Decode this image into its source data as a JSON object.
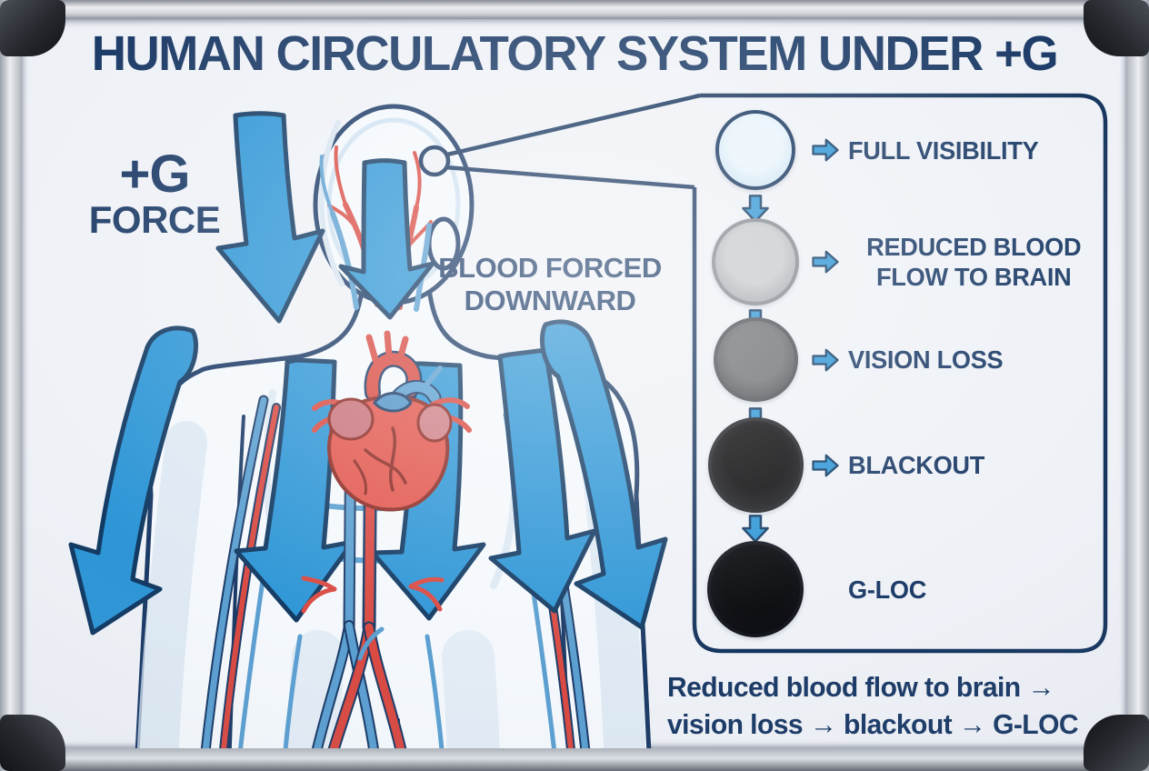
{
  "board": {
    "title": "HUMAN CIRCULATORY SYSTEM UNDER +G"
  },
  "annotations": {
    "g_force_line1": "+G",
    "g_force_line2": "FORCE",
    "blood_forced_line1": "BLOOD FORCED",
    "blood_forced_line2": "DOWNWARD"
  },
  "vision_panel": {
    "stages": [
      {
        "label": "FULL VISIBILITY",
        "circle": {
          "inner": "#e9f4fb",
          "outer": "#d2e7f5",
          "rim": "#bcd8ec",
          "border": "#16355e"
        }
      },
      {
        "label": "REDUCED BLOOD FLOW TO BRAIN",
        "circle": {
          "inner": "#c7cacc",
          "outer": "#abb0b5",
          "rim": "#8f959b",
          "border": "#84898f"
        }
      },
      {
        "label": "VISION LOSS",
        "circle": {
          "inner": "#6e7275",
          "outer": "#54585c",
          "rim": "#43474b",
          "border": "#4d5155"
        }
      },
      {
        "label": "BLACKOUT",
        "circle": {
          "inner": "#0a0a0c",
          "outer": "#1b1c1f",
          "rim": "#2c2d32",
          "border": "#212227"
        }
      },
      {
        "label": "G-LOC",
        "circle": {
          "inner": "#06070b",
          "outer": "#0a0b10",
          "rim": "#191b22",
          "border": "#11131b"
        }
      }
    ]
  },
  "summary": {
    "line1": "Reduced blood flow to brain →",
    "line2": "vision loss → blackout → G-LOC"
  },
  "colors": {
    "navy": "#1b3a66",
    "panel_border": "#16355e",
    "arrow_blue": "#2e96d6",
    "arrow_outline": "#123a63",
    "board_bg": "#eef1f6",
    "artery_red": "#d94a42",
    "vein_blue": "#5b9fd0",
    "body_fill": "#f4f8fc",
    "body_shade": "#d7e4f0"
  }
}
